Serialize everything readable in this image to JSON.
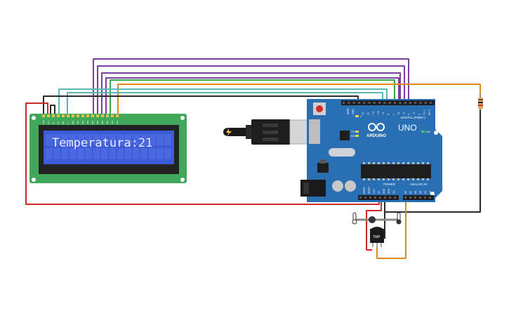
{
  "lcd": {
    "display_text": "Temperatura:21",
    "backlight_color": "#3d5bd6",
    "text_color": "#e8ecff",
    "pcb_color": "#3fa85a",
    "pin_labels": [
      "GND",
      "VCC",
      "V0",
      "RS",
      "RW",
      "E",
      "DB0",
      "DB1",
      "DB2",
      "DB3",
      "DB4",
      "DB5",
      "DB6",
      "DB7",
      "LED",
      "LED"
    ]
  },
  "arduino": {
    "brand": "ARDUINO",
    "model": "UNO",
    "header_digital": "DIGITAL (PWM~)",
    "header_power": "POWER",
    "header_analog": "ANALOG IN",
    "on_label": "ON",
    "tx_label": "TX",
    "rx_label": "RX",
    "l_label": "L",
    "aref_label": "AREF",
    "gnd_label": "GND",
    "digital_pins": [
      "13",
      "12",
      "~11",
      "~10",
      "~9",
      "8",
      "7",
      "~6",
      "~5",
      "4",
      "~3",
      "2",
      "TX 1",
      "RX 0"
    ],
    "power_pins": [
      "IOREF",
      "RESET",
      "3.3V",
      "5V",
      "GND",
      "GND",
      "Vin"
    ],
    "analog_pins": [
      "A0",
      "A1",
      "A2",
      "A3",
      "A4",
      "A5"
    ],
    "board_color": "#2a6fb3"
  },
  "sensor": {
    "label": "TMP"
  },
  "colors": {
    "wire_purple": "#7b3fa0",
    "wire_green": "#3aa64a",
    "wire_teal": "#5ab8b8",
    "wire_orange": "#e08a1e",
    "wire_red": "#cc2a2a",
    "wire_black": "#2a2a2a"
  }
}
